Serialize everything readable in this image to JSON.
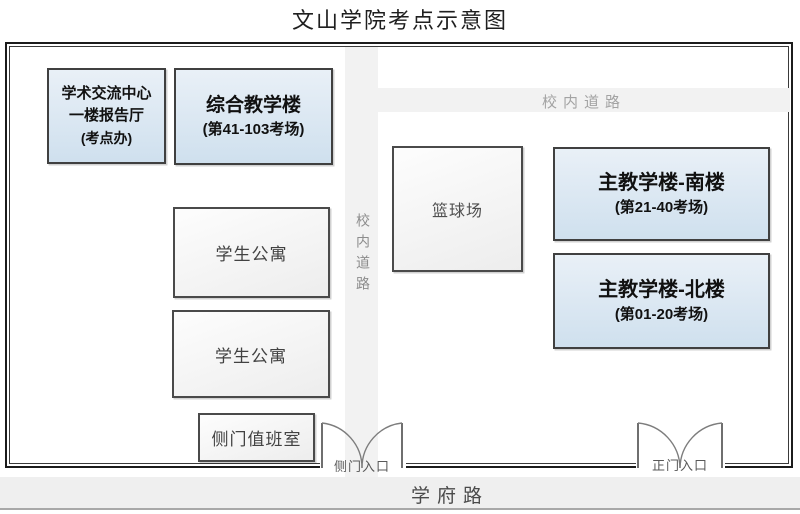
{
  "title": "文山学院考点示意图",
  "buildings": {
    "exam_office": {
      "line1": "学术交流中心",
      "line2": "一楼报告厅",
      "line3": "(考点办)"
    },
    "comprehensive": {
      "name": "综合教学楼",
      "rooms": "(第41-103考场)"
    },
    "main_south": {
      "name": "主教学楼-南楼",
      "rooms": "(第21-40考场)"
    },
    "main_north": {
      "name": "主教学楼-北楼",
      "rooms": "(第01-20考场)"
    },
    "basketball": {
      "name": "篮球场"
    },
    "dorm_upper": {
      "name": "学生公寓"
    },
    "dorm_lower": {
      "name": "学生公寓"
    },
    "duty_room": {
      "name": "侧门值班室"
    }
  },
  "roads": {
    "campus_vertical": "校内道路",
    "campus_horizontal": "校内道路",
    "xuefu_road": "学府路"
  },
  "gates": {
    "side_entrance": "侧门入口",
    "main_entrance": "正门入口"
  },
  "colors": {
    "building_blue_top": "#e9f0f7",
    "building_blue_bottom": "#cfe0ee",
    "building_plain_top": "#fdfdfd",
    "building_plain_bottom": "#ededed",
    "road_gray": "#f2f2f2",
    "wall_black": "#1c1c1c",
    "box_border": "#404040",
    "road_label_gray": "#a3a3a3"
  }
}
